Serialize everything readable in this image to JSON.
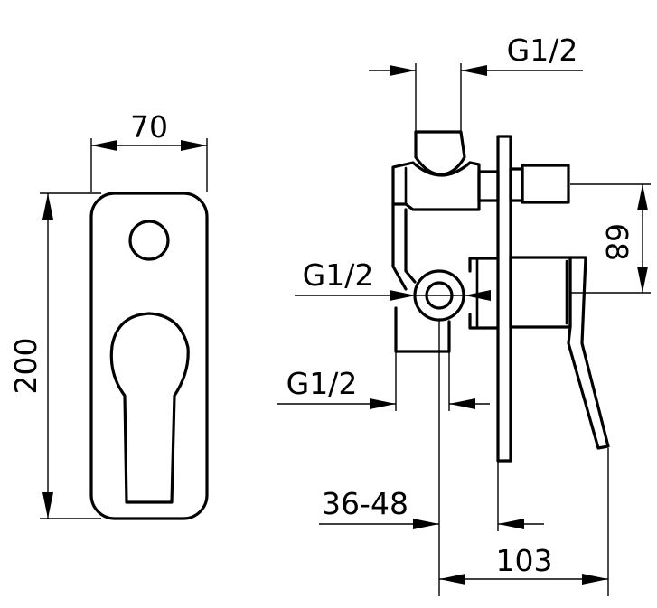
{
  "dimensions": {
    "front_width": "70",
    "front_height": "200",
    "top_inlet_thread": "G1/2",
    "side_spacing": "68",
    "middle_thread": "G1/2",
    "bottom_thread": "G1/2",
    "install_depth": "36-48",
    "total_depth": "103"
  }
}
